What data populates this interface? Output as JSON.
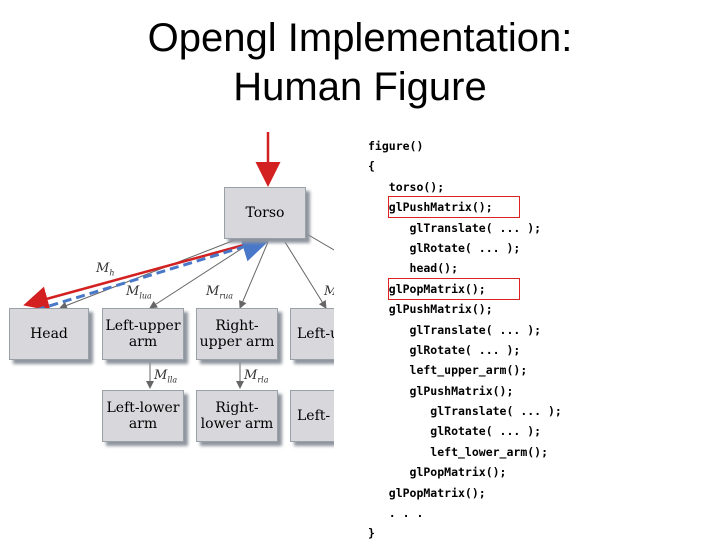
{
  "title": {
    "line1": "Opengl Implementation:",
    "line2": "Human Figure"
  },
  "tree": {
    "torso": "Torso",
    "head": "Head",
    "left_upper_arm": "Left-upper arm",
    "right_upper_arm": "Right-upper arm",
    "left_upper_leg_partial": "Left-u le",
    "left_lower_arm": "Left-lower arm",
    "right_lower_arm": "Right-lower arm",
    "left_lower_leg_partial": "Left- lo",
    "edge_labels": {
      "mh": "M",
      "mh_sub": "h",
      "mlua": "M",
      "mlua_sub": "lua",
      "mrua": "M",
      "mrua_sub": "rua",
      "mlul": "M",
      "mlla": "M",
      "mlla_sub": "lla",
      "mrla": "M",
      "mrla_sub": "rla"
    }
  },
  "code_lines": [
    "figure()",
    "{",
    "   torso();",
    "   glPushMatrix();",
    "      glTranslate( ... );",
    "      glRotate( ... );",
    "      head();",
    "   glPopMatrix();",
    "   glPushMatrix();",
    "      glTranslate( ... );",
    "      glRotate( ... );",
    "      left_upper_arm();",
    "      glPushMatrix();",
    "         glTranslate( ... );",
    "         glRotate( ... );",
    "         left_lower_arm();",
    "      glPopMatrix();",
    "   glPopMatrix();",
    "   . . .",
    "}"
  ],
  "colors": {
    "red_arrow": "#d32020",
    "blue_arrow": "#4a78c8",
    "node_fill": "#d8d8dc"
  }
}
